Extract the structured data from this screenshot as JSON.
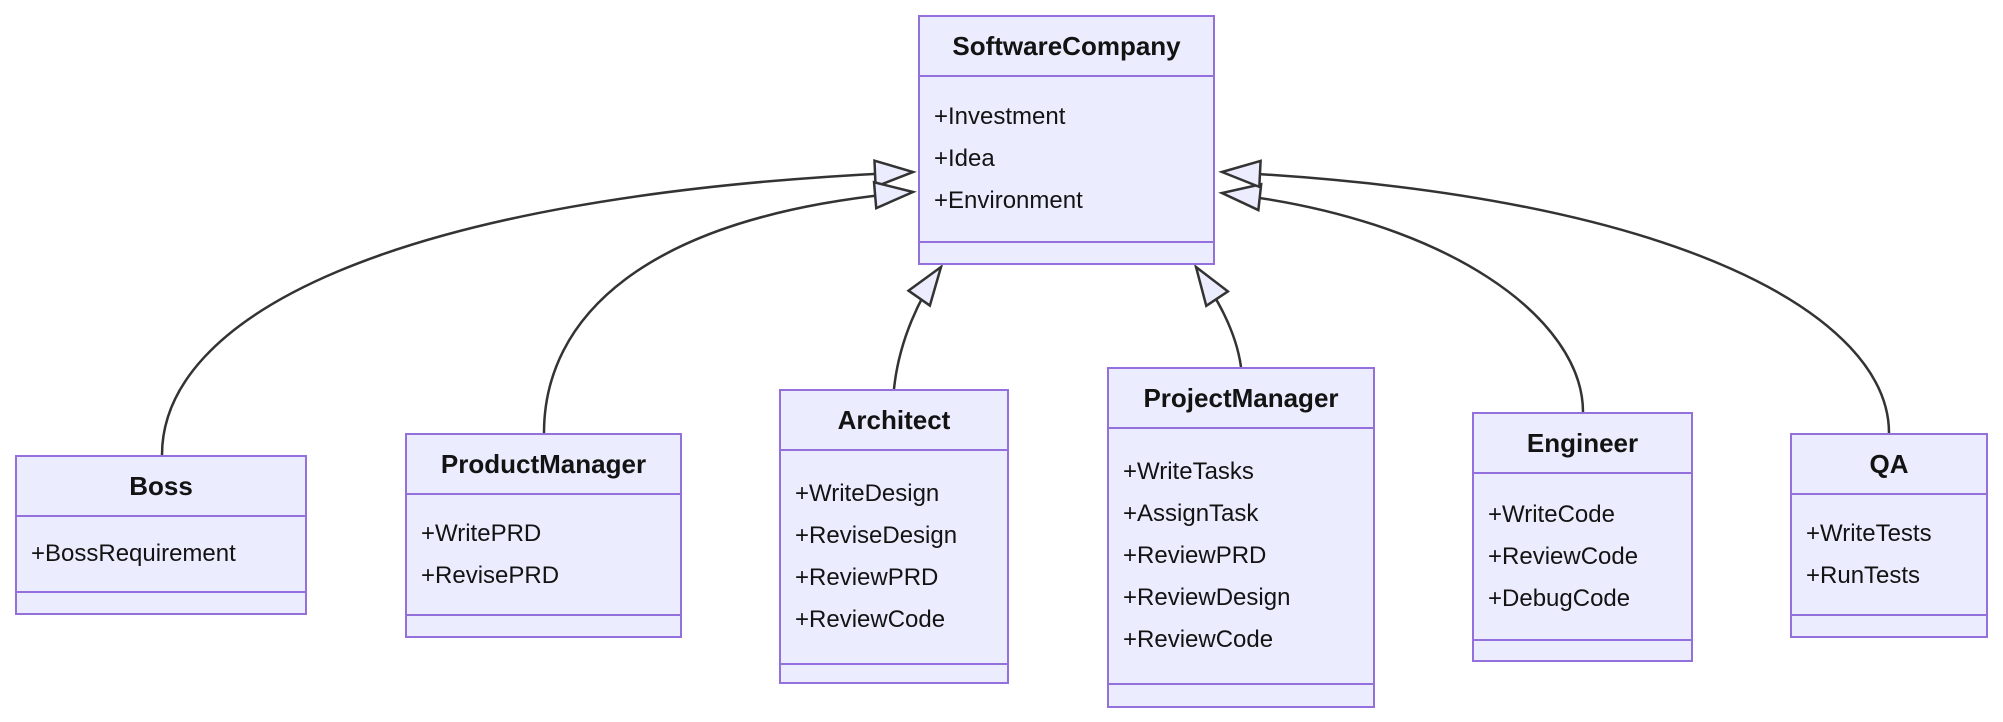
{
  "diagram": {
    "type": "uml-class-diagram",
    "colors": {
      "node_fill": "#ECECFF",
      "node_border": "#9370DB",
      "edge_line": "#333333",
      "text": "#131313",
      "background": "#ffffff"
    },
    "classes": {
      "software_company": {
        "name": "SoftwareCompany",
        "attributes": [
          "+Investment",
          "+Idea",
          "+Environment"
        ],
        "methods": []
      },
      "boss": {
        "name": "Boss",
        "attributes": [
          "+BossRequirement"
        ],
        "methods": []
      },
      "product_manager": {
        "name": "ProductManager",
        "attributes": [
          "+WritePRD",
          "+RevisePRD"
        ],
        "methods": []
      },
      "architect": {
        "name": "Architect",
        "attributes": [
          "+WriteDesign",
          "+ReviseDesign",
          "+ReviewPRD",
          "+ReviewCode"
        ],
        "methods": []
      },
      "project_manager": {
        "name": "ProjectManager",
        "attributes": [
          "+WriteTasks",
          "+AssignTask",
          "+ReviewPRD",
          "+ReviewDesign",
          "+ReviewCode"
        ],
        "methods": []
      },
      "engineer": {
        "name": "Engineer",
        "attributes": [
          "+WriteCode",
          "+ReviewCode",
          "+DebugCode"
        ],
        "methods": []
      },
      "qa": {
        "name": "QA",
        "attributes": [
          "+WriteTests",
          "+RunTests"
        ],
        "methods": []
      }
    },
    "relationships": [
      {
        "from": "Boss",
        "to": "SoftwareCompany",
        "type": "inheritance"
      },
      {
        "from": "ProductManager",
        "to": "SoftwareCompany",
        "type": "inheritance"
      },
      {
        "from": "Architect",
        "to": "SoftwareCompany",
        "type": "inheritance"
      },
      {
        "from": "ProjectManager",
        "to": "SoftwareCompany",
        "type": "inheritance"
      },
      {
        "from": "Engineer",
        "to": "SoftwareCompany",
        "type": "inheritance"
      },
      {
        "from": "QA",
        "to": "SoftwareCompany",
        "type": "inheritance"
      }
    ]
  }
}
